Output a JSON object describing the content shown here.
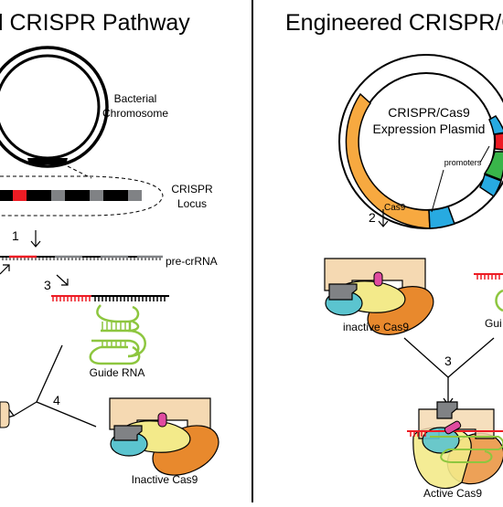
{
  "left_panel": {
    "title": "l CRISPR Pathway",
    "chromosome_label_line1": "Bacterial",
    "chromosome_label_line2": "Chromosome",
    "locus_label_line1": "CRISPR",
    "locus_label_line2": "Locus",
    "step1": "1",
    "step3": "3",
    "step4": "4",
    "precrrna_label": "pre-crRNA",
    "guide_rna_label": "Guide RNA",
    "inactive_cas9_label": "Inactive Cas9"
  },
  "right_panel": {
    "title": "Engineered CRISPR/Ca",
    "plasmid_label_line1": "CRISPR/Cas9",
    "plasmid_label_line2": "Expression Plasmid",
    "promoters_label": "promoters",
    "cas9_gene_label": "Cas9",
    "step2": "2",
    "step3": "3",
    "inactive_cas9_label": "inactive Cas9",
    "guide_label_partial": "Gui",
    "active_cas9_label": "Active Cas9"
  },
  "colors": {
    "cas9_orange": "#f7a940",
    "promoter_blue": "#27aae1",
    "red_segment": "#ed1c24",
    "green_segment": "#39b54a",
    "guide_green": "#8dc63f",
    "protein_tan": "#f5d9b2",
    "protein_cyan": "#5bc4cf",
    "protein_yellow": "#f3ea8a",
    "protein_orange": "#e8892d",
    "protein_magenta": "#e04ba0",
    "protein_gray": "#808285"
  }
}
